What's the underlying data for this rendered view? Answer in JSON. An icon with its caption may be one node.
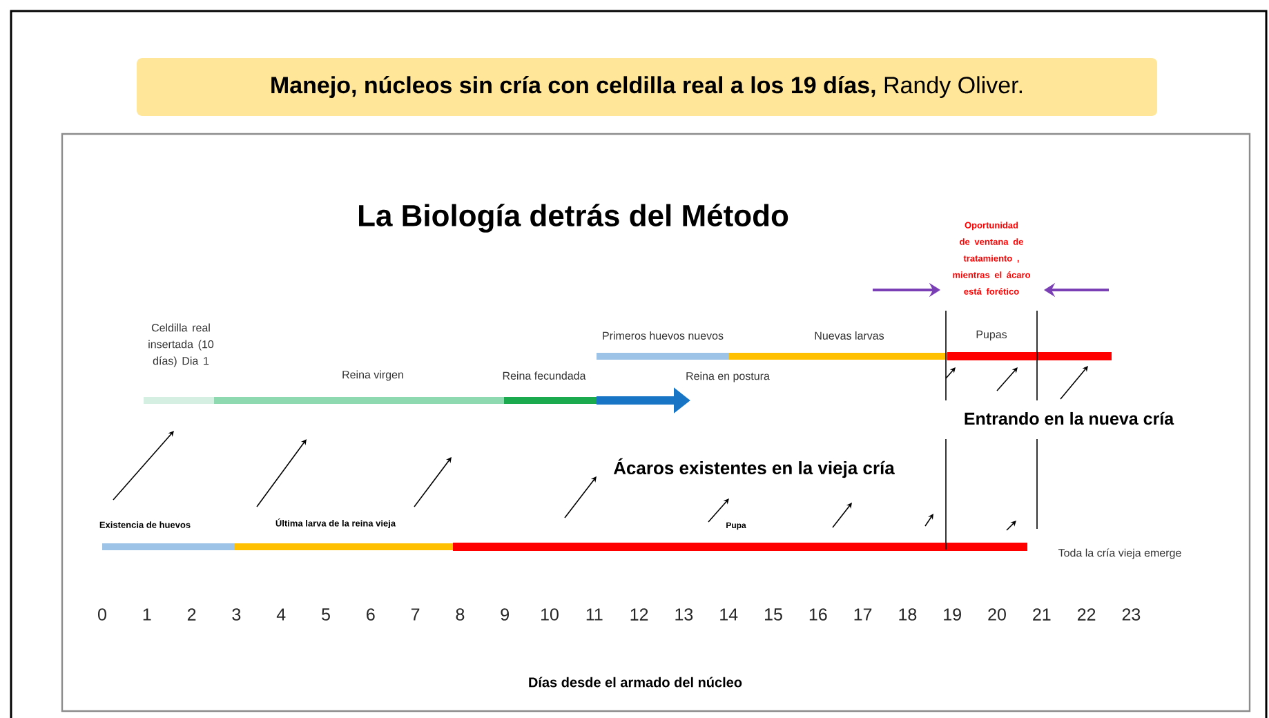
{
  "diagram": {
    "title": "**Manejo, núcleos sin cría con celdilla real a los 19 días,** Randy Oliver.",
    "labels": [
      "La Biología detrás del Método",
      "Oportunidad de ventana de tratamiento , mientras el ácaro está forético",
      "Celdilla real insertada (10 días) Dia 1",
      "Reina virgen",
      "Reina fecundada",
      "Reina en postura",
      "Primeros huevos nuevos",
      "Nuevas larvas",
      "Pupas",
      "Entrando en la nueva cría",
      "Ácaros existentes en la vieja cría",
      "Existencia de huevos",
      "Última larva de la reina vieja",
      "Pupa",
      "Toda la cría vieja emerge",
      "0",
      "1",
      "2",
      "3",
      "4",
      "5",
      "6",
      "7",
      "8",
      "9",
      "10",
      "11",
      "12",
      "13",
      "14",
      "15",
      "16",
      "17",
      "18",
      "19",
      "20",
      "21",
      "22",
      "23",
      "Días desde el armado del núcleo"
    ]
  }
}
